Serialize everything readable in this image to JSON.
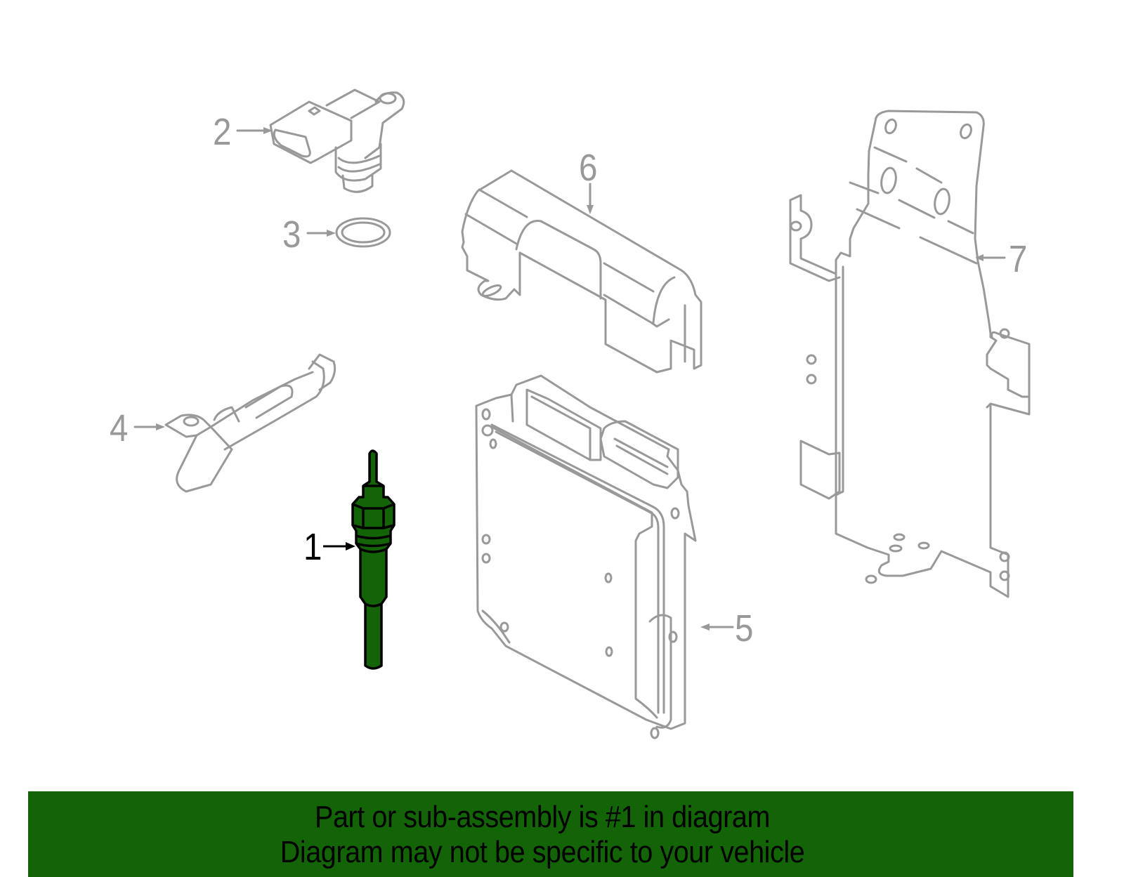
{
  "diagram": {
    "highlighted_part": "1",
    "colors": {
      "highlight_fill": "#136307",
      "highlight_stroke": "#000000",
      "part_stroke": "#999999",
      "banner_bg": "#136307",
      "banner_text": "#000000"
    },
    "callouts": [
      {
        "number": "1",
        "part": "glow-plug",
        "highlighted": true
      },
      {
        "number": "2",
        "part": "camshaft-position-sensor",
        "highlighted": false
      },
      {
        "number": "3",
        "part": "o-ring",
        "highlighted": false
      },
      {
        "number": "4",
        "part": "crankshaft-position-sensor",
        "highlighted": false
      },
      {
        "number": "5",
        "part": "engine-control-module",
        "highlighted": false
      },
      {
        "number": "6",
        "part": "ecm-cover",
        "highlighted": false
      },
      {
        "number": "7",
        "part": "ecm-mounting-bracket",
        "highlighted": false
      }
    ]
  },
  "banner": {
    "line1": "Part or sub-assembly is #1 in diagram",
    "line2": "Diagram may not be specific to your vehicle"
  }
}
